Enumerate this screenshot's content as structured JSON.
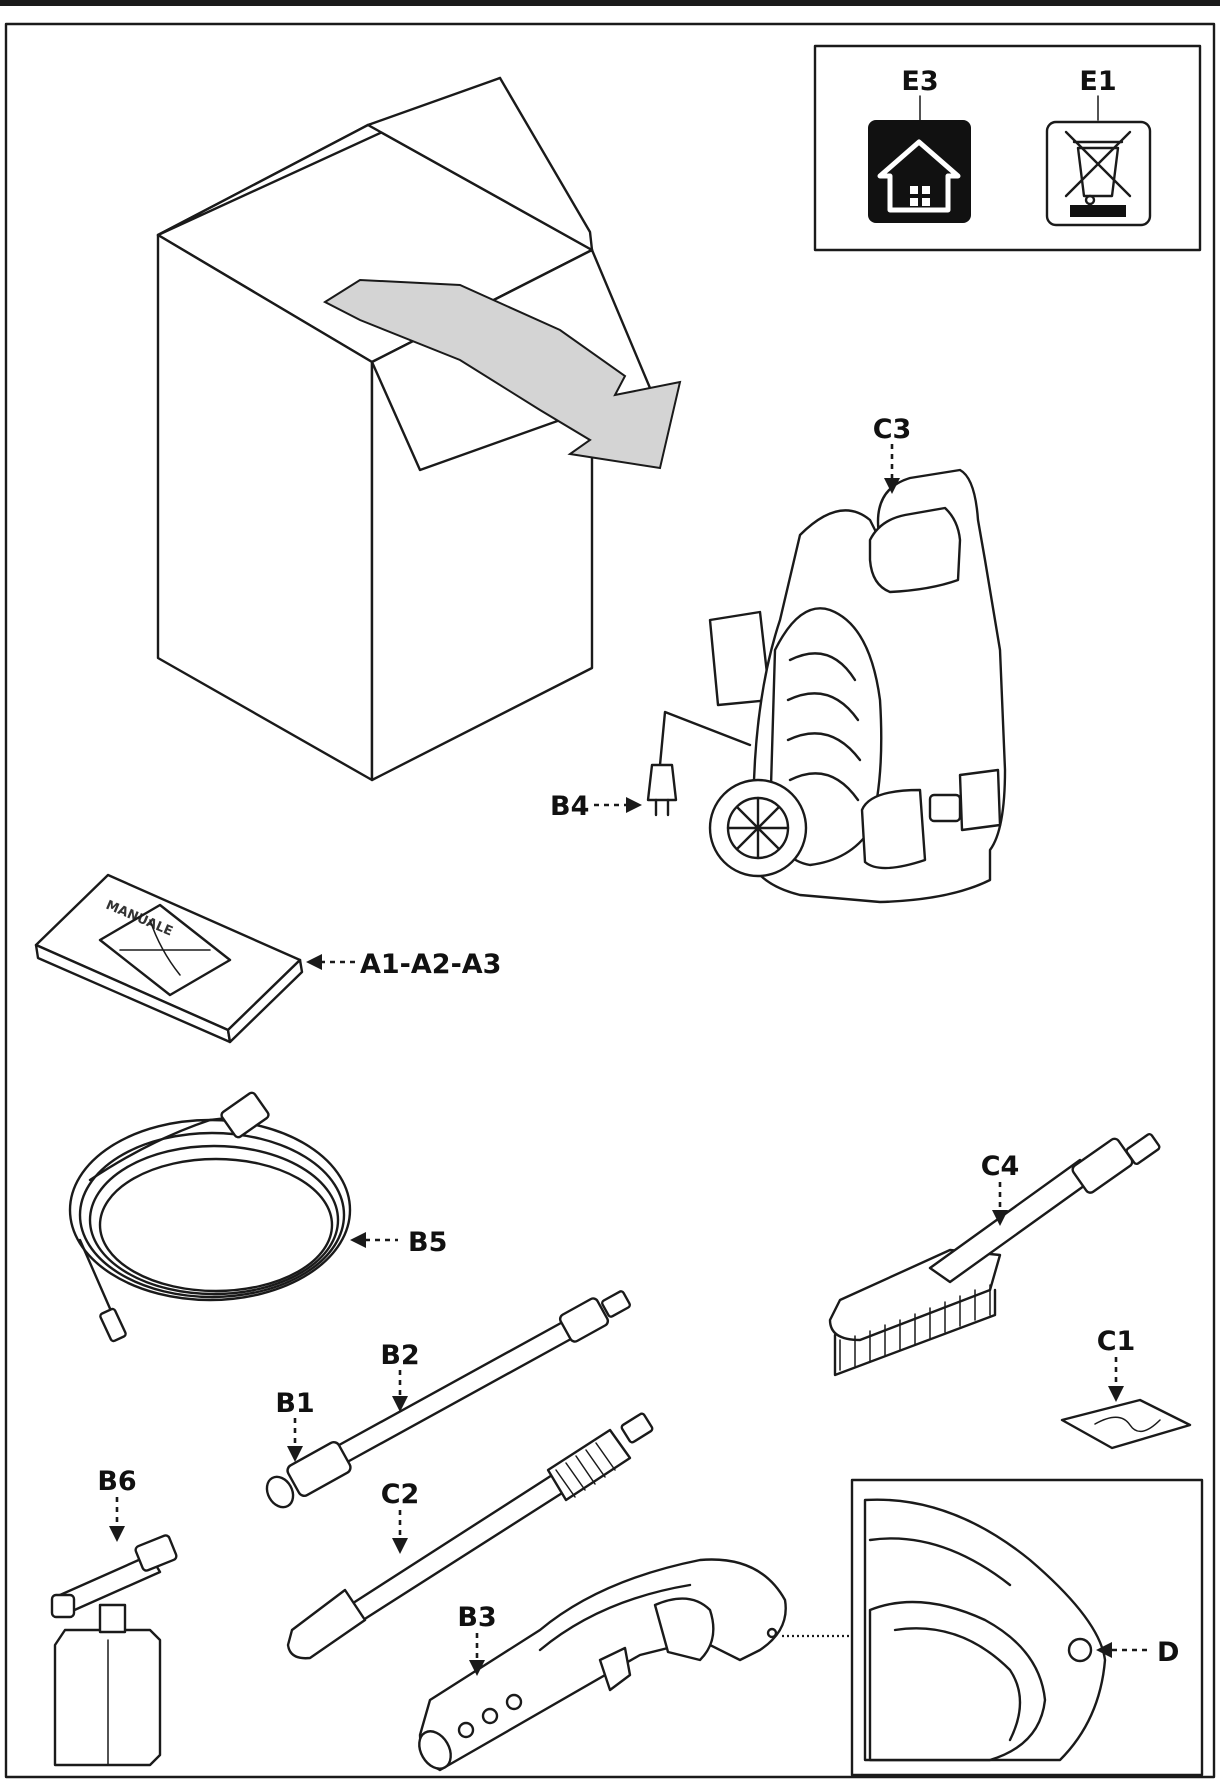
{
  "labels": {
    "e3": "E3",
    "e1": "E1",
    "c3": "C3",
    "b4": "B4",
    "a": "A1-A2-A3",
    "b5": "B5",
    "c4": "C4",
    "b2": "B2",
    "b1": "B1",
    "c1": "C1",
    "b6": "B6",
    "c2": "C2",
    "b3": "B3",
    "d": "D"
  },
  "manual_cover_text": "MANUALE",
  "icons": {
    "e3": "house-indoor-use-icon",
    "e1": "crossed-out-wheelie-bin-icon"
  },
  "colors": {
    "line": "#1a1a1a",
    "arrow_fill": "#d4d4d4",
    "background": "#ffffff"
  }
}
